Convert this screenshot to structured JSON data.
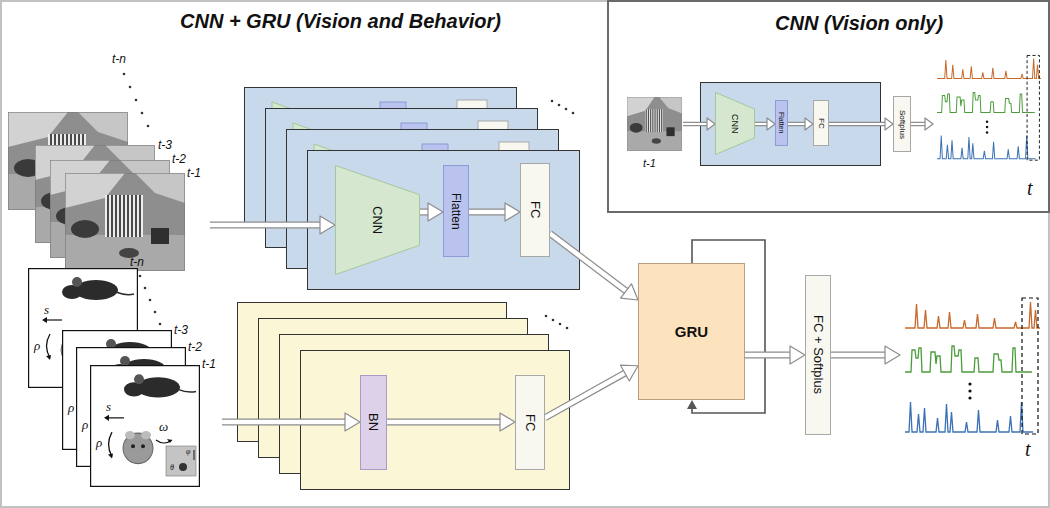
{
  "diagram": {
    "nodes": [
      {
        "text": [
          "CNN + GRU (Vision and Behavior)"
        ]
      },
      {
        "text": [
          "CNN (Vision only)"
        ],
        "in": 0
      },
      {
        "text": [
          "t-1"
        ],
        "in": 1
      },
      {
        "text": [
          "CNN"
        ],
        "in": 1
      },
      {
        "text": [
          "Flatten"
        ],
        "in": 1
      },
      {
        "text": [
          "FC"
        ],
        "in": 1
      },
      {
        "text": [
          "Softplus"
        ],
        "in": 1
      },
      {
        "text": [
          "t"
        ],
        "in": 1
      },
      {
        "text": [
          "t-n",
          "t-3",
          "t-2",
          "t-1"
        ],
        "in": 0
      },
      {
        "text": [
          "CNN"
        ],
        "in": 0
      },
      {
        "text": [
          "Flatten"
        ],
        "in": 0
      },
      {
        "text": [
          "FC"
        ],
        "in": 0
      },
      {
        "text": [
          "t-n",
          "t-3",
          "t-2",
          "t-1"
        ],
        "in": 0
      },
      {
        "text": [
          "BN"
        ],
        "in": 0
      },
      {
        "text": [
          "FC"
        ],
        "in": 0
      },
      {
        "text": [
          "GRU"
        ],
        "in": 0
      },
      {
        "text": [
          "FC + Softplus"
        ],
        "in": 0
      },
      {
        "text": [
          "t"
        ],
        "in": 0
      }
    ],
    "edges": [
      {
        "from": 2,
        "to": 3,
        "arrow": "to"
      },
      {
        "from": 3,
        "to": 4,
        "arrow": "to"
      },
      {
        "from": 4,
        "to": 5,
        "arrow": "to"
      },
      {
        "from": 5,
        "to": 6,
        "arrow": "to"
      },
      {
        "from": 6,
        "to": 7,
        "arrow": "to"
      },
      {
        "from": 8,
        "to": 9,
        "arrow": "to"
      },
      {
        "from": 9,
        "to": 10,
        "arrow": "to"
      },
      {
        "from": 10,
        "to": 11,
        "arrow": "to"
      },
      {
        "from": 11,
        "to": 15,
        "arrow": "to"
      },
      {
        "from": 12,
        "to": 13,
        "arrow": "to"
      },
      {
        "from": 13,
        "to": 14,
        "arrow": "to"
      },
      {
        "from": 14,
        "to": 15,
        "arrow": "to"
      },
      {
        "from": 15,
        "to": 15,
        "arrow": "to"
      },
      {
        "from": 15,
        "to": 16,
        "arrow": "to"
      },
      {
        "from": 16,
        "to": 17,
        "arrow": "to"
      }
    ],
    "labels": [
      "s",
      "ρ",
      "ρ",
      "ρ",
      "s",
      "ρ",
      "ω",
      "θ",
      "φ"
    ]
  }
}
